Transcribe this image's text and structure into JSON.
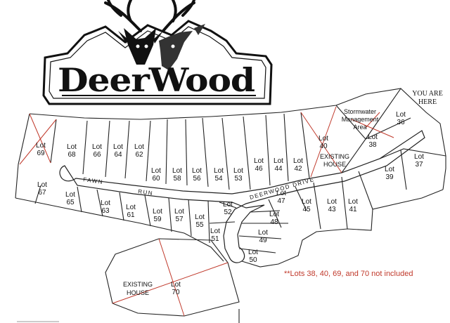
{
  "logo": {
    "text": "DeerWood"
  },
  "you_are_here": [
    "YOU ARE",
    "HERE"
  ],
  "streets": {
    "fawn": "FAWN",
    "run": "RUN",
    "deerwood_drive": "DEERWOOD DRIVE"
  },
  "areas": {
    "stormwater": [
      "Stormwater",
      "Management",
      "Area"
    ],
    "existing_house_a": [
      "EXISTING",
      "HOUSE"
    ],
    "existing_house_b": [
      "EXISTING",
      "HOUSE"
    ]
  },
  "note": "**Lots 38, 40, 69, and 70 not included",
  "lot_word": "Lot",
  "lots": [
    {
      "num": "69",
      "excluded": true
    },
    {
      "num": "68",
      "excluded": false
    },
    {
      "num": "66",
      "excluded": false
    },
    {
      "num": "64",
      "excluded": false
    },
    {
      "num": "62",
      "excluded": false
    },
    {
      "num": "60",
      "excluded": false
    },
    {
      "num": "58",
      "excluded": false
    },
    {
      "num": "56",
      "excluded": false
    },
    {
      "num": "54",
      "excluded": false
    },
    {
      "num": "53",
      "excluded": false
    },
    {
      "num": "46",
      "excluded": false
    },
    {
      "num": "44",
      "excluded": false
    },
    {
      "num": "42",
      "excluded": false
    },
    {
      "num": "40",
      "excluded": true
    },
    {
      "num": "38",
      "excluded": true
    },
    {
      "num": "36",
      "excluded": false
    },
    {
      "num": "37",
      "excluded": false
    },
    {
      "num": "39",
      "excluded": false
    },
    {
      "num": "67",
      "excluded": false
    },
    {
      "num": "65",
      "excluded": false
    },
    {
      "num": "63",
      "excluded": false
    },
    {
      "num": "61",
      "excluded": false
    },
    {
      "num": "59",
      "excluded": false
    },
    {
      "num": "57",
      "excluded": false
    },
    {
      "num": "55",
      "excluded": false
    },
    {
      "num": "52",
      "excluded": false
    },
    {
      "num": "51",
      "excluded": false
    },
    {
      "num": "47",
      "excluded": false
    },
    {
      "num": "45",
      "excluded": false
    },
    {
      "num": "43",
      "excluded": false
    },
    {
      "num": "41",
      "excluded": false
    },
    {
      "num": "48",
      "excluded": false
    },
    {
      "num": "49",
      "excluded": false
    },
    {
      "num": "50",
      "excluded": false
    },
    {
      "num": "70",
      "excluded": true
    }
  ],
  "colors": {
    "line": "#222222",
    "excluded": "#c0392b",
    "note": "#c0392b"
  }
}
